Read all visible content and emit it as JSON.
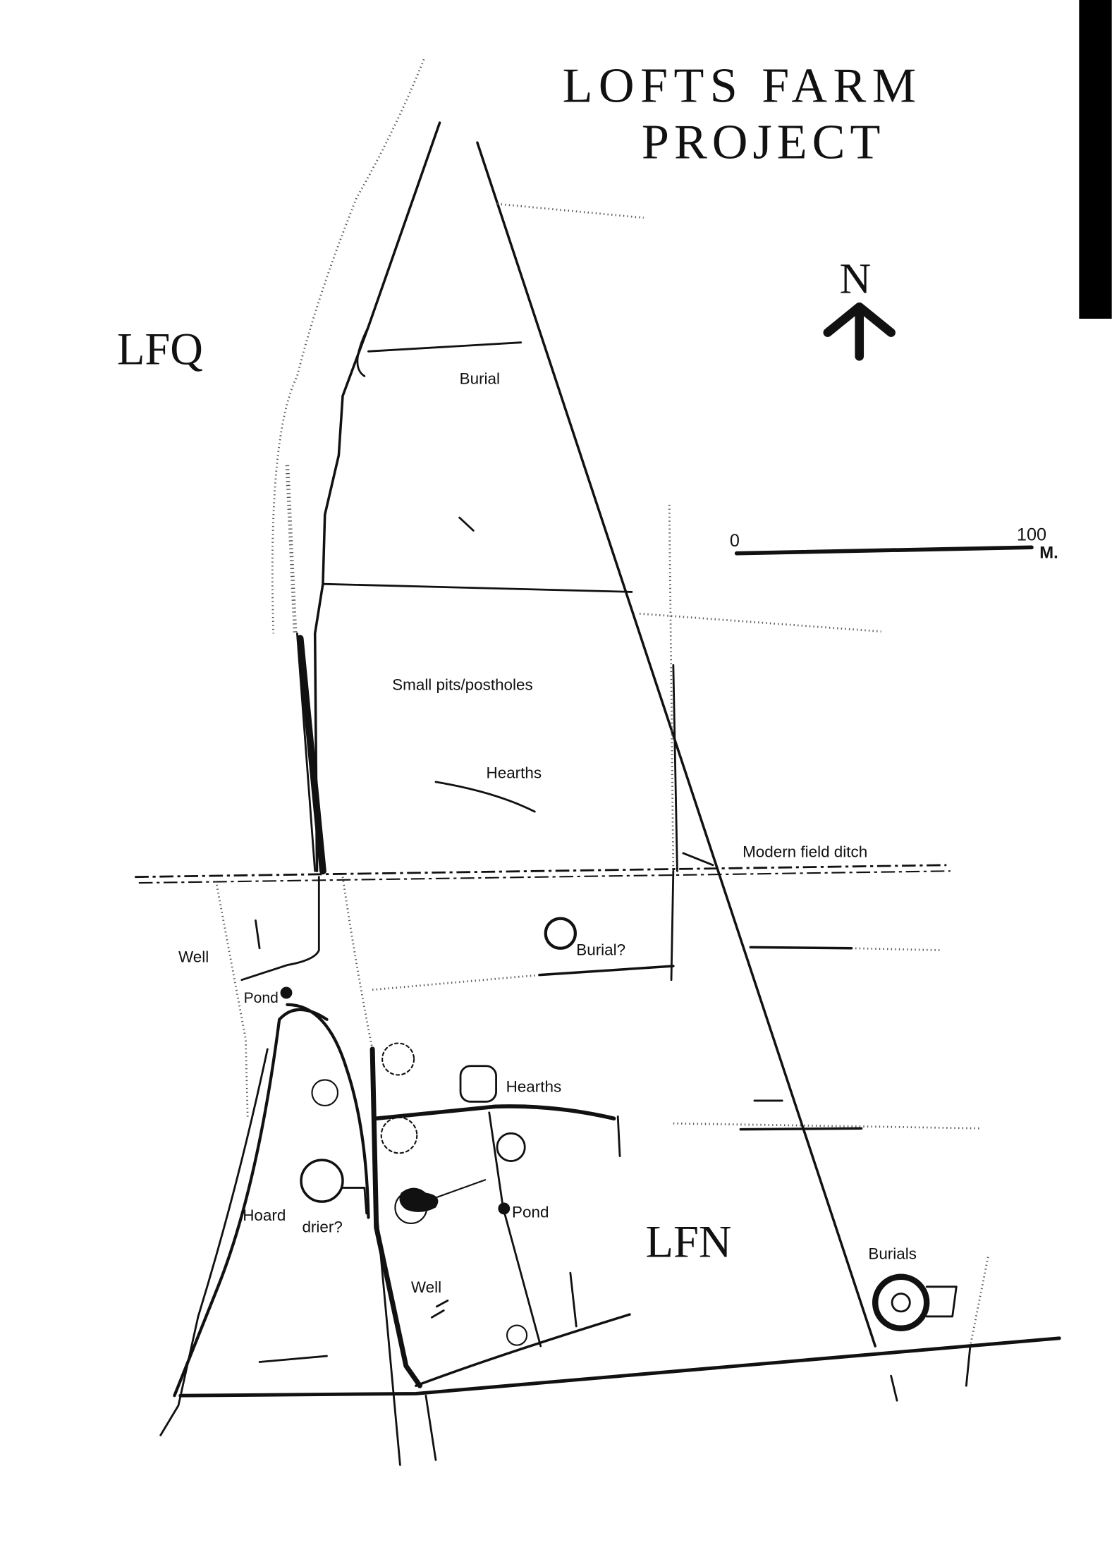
{
  "title": {
    "line1": "LOFTS FARM",
    "line2": "PROJECT"
  },
  "north_arrow": {
    "label": "N"
  },
  "scale_bar": {
    "start": "0",
    "end": "100",
    "unit": "M."
  },
  "site_labels": {
    "lfq": "LFQ",
    "lfn": "LFN"
  },
  "features": {
    "burial_north": "Burial",
    "small_pits": "Small pits/postholes",
    "hearths_north": "Hearths",
    "modern_ditch": "Modern field ditch",
    "burial_query": "Burial?",
    "well_west": "Well",
    "pond_west": "Pond",
    "hearths_south": "Hearths",
    "hoard": "Hoard",
    "drier": "drier?",
    "pond_east": "Pond",
    "well_south": "Well",
    "burials": "Burials"
  },
  "colors": {
    "ink": "#111111",
    "paper": "#ffffff"
  }
}
